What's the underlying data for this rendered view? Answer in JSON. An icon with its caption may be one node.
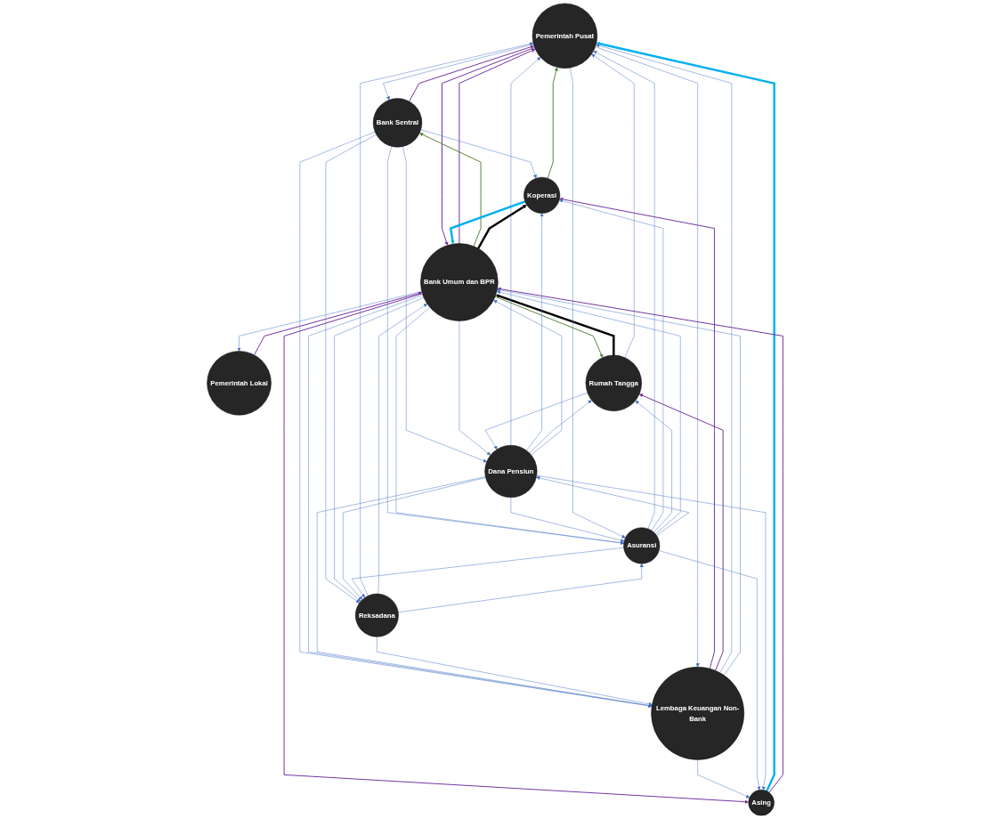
{
  "diagram": {
    "nodes": [
      {
        "text": [
          "Pemerintah Pusat"
        ]
      },
      {
        "text": [
          "Asing"
        ]
      },
      {
        "text": [
          "Bank Sentral"
        ]
      },
      {
        "text": [
          "Koperasi"
        ]
      },
      {
        "text": [
          "Pemerintah Lokal"
        ]
      },
      {
        "text": [
          "Rumah Tangga"
        ]
      },
      {
        "text": [
          "Bank Umum dan BPR"
        ]
      },
      {
        "text": [
          "Lembaga Keuangan Non-Bank"
        ]
      },
      {
        "text": [
          "Reksadana"
        ]
      },
      {
        "text": [
          "Asuransi"
        ]
      },
      {
        "text": [
          "Dana Pensiun"
        ]
      }
    ],
    "edges": [
      {
        "from": 1,
        "to": 0,
        "arrow": "to",
        "style": "thick",
        "color": "#00b0f0"
      },
      {
        "from": 3,
        "to": 0,
        "arrow": "to",
        "color": "#548235"
      },
      {
        "from": 2,
        "to": 0,
        "arrow": "to",
        "color": "#7030a0"
      },
      {
        "from": 0,
        "to": 2,
        "arrow": "to"
      },
      {
        "from": 6,
        "to": 0,
        "arrow": "to",
        "color": "#7030a0"
      },
      {
        "from": 0,
        "to": 6,
        "arrow": "to",
        "color": "#7030a0"
      },
      {
        "from": 6,
        "to": 1,
        "arrow": "to",
        "color": "#7030a0"
      },
      {
        "from": 1,
        "to": 6,
        "arrow": "to",
        "color": "#7030a0"
      },
      {
        "from": 6,
        "to": 2,
        "arrow": "to",
        "color": "#548235"
      },
      {
        "from": 4,
        "to": 6,
        "arrow": "to",
        "color": "#7030a0"
      },
      {
        "from": 6,
        "to": 4,
        "arrow": "to"
      },
      {
        "from": 6,
        "to": 3,
        "arrow": "to",
        "style": "thick",
        "color": "#000000"
      },
      {
        "from": 3,
        "to": 6,
        "arrow": "to",
        "style": "thick",
        "color": "#00b0f0"
      },
      {
        "from": 6,
        "to": 5,
        "arrow": "to",
        "color": "#548235"
      },
      {
        "from": 5,
        "to": 6,
        "arrow": "to",
        "style": "thick",
        "color": "#000000"
      },
      {
        "from": 7,
        "to": 3,
        "arrow": "to",
        "color": "#7030a0"
      },
      {
        "from": 7,
        "to": 5,
        "arrow": "to",
        "color": "#7030a0"
      },
      {
        "from": 2,
        "to": 3,
        "arrow": "to"
      },
      {
        "from": 7,
        "to": 0,
        "arrow": "to"
      },
      {
        "from": 9,
        "to": 0,
        "arrow": "to"
      },
      {
        "from": 10,
        "to": 0,
        "arrow": "to"
      },
      {
        "from": 8,
        "to": 0,
        "arrow": "to"
      },
      {
        "from": 5,
        "to": 0,
        "arrow": "to"
      },
      {
        "from": 7,
        "to": 1,
        "arrow": "to"
      },
      {
        "from": 9,
        "to": 1,
        "arrow": "to"
      },
      {
        "from": 10,
        "to": 1,
        "arrow": "to"
      },
      {
        "from": 9,
        "to": 3,
        "arrow": "to"
      },
      {
        "from": 10,
        "to": 3,
        "arrow": "to"
      },
      {
        "from": 9,
        "to": 5,
        "arrow": "to"
      },
      {
        "from": 10,
        "to": 5,
        "arrow": "to"
      },
      {
        "from": 2,
        "to": 7,
        "arrow": "to"
      },
      {
        "from": 2,
        "to": 9,
        "arrow": "to"
      },
      {
        "from": 2,
        "to": 10,
        "arrow": "to"
      },
      {
        "from": 2,
        "to": 8,
        "arrow": "to"
      },
      {
        "from": 6,
        "to": 7,
        "arrow": "to"
      },
      {
        "from": 6,
        "to": 9,
        "arrow": "to"
      },
      {
        "from": 6,
        "to": 10,
        "arrow": "to"
      },
      {
        "from": 6,
        "to": 8,
        "arrow": "to"
      },
      {
        "from": 7,
        "to": 6,
        "arrow": "to"
      },
      {
        "from": 9,
        "to": 6,
        "arrow": "to"
      },
      {
        "from": 10,
        "to": 6,
        "arrow": "to"
      },
      {
        "from": 8,
        "to": 6,
        "arrow": "to"
      },
      {
        "from": 10,
        "to": 7,
        "arrow": "to"
      },
      {
        "from": 8,
        "to": 7,
        "arrow": "to"
      },
      {
        "from": 0,
        "to": 7,
        "arrow": "to"
      },
      {
        "from": 10,
        "to": 9,
        "arrow": "to"
      },
      {
        "from": 8,
        "to": 9,
        "arrow": "to"
      },
      {
        "from": 0,
        "to": 9,
        "arrow": "to"
      },
      {
        "from": 9,
        "to": 10,
        "arrow": "to"
      },
      {
        "from": 5,
        "to": 10,
        "arrow": "to"
      },
      {
        "from": 10,
        "to": 8,
        "arrow": "to"
      },
      {
        "from": 9,
        "to": 8,
        "arrow": "to"
      }
    ]
  }
}
